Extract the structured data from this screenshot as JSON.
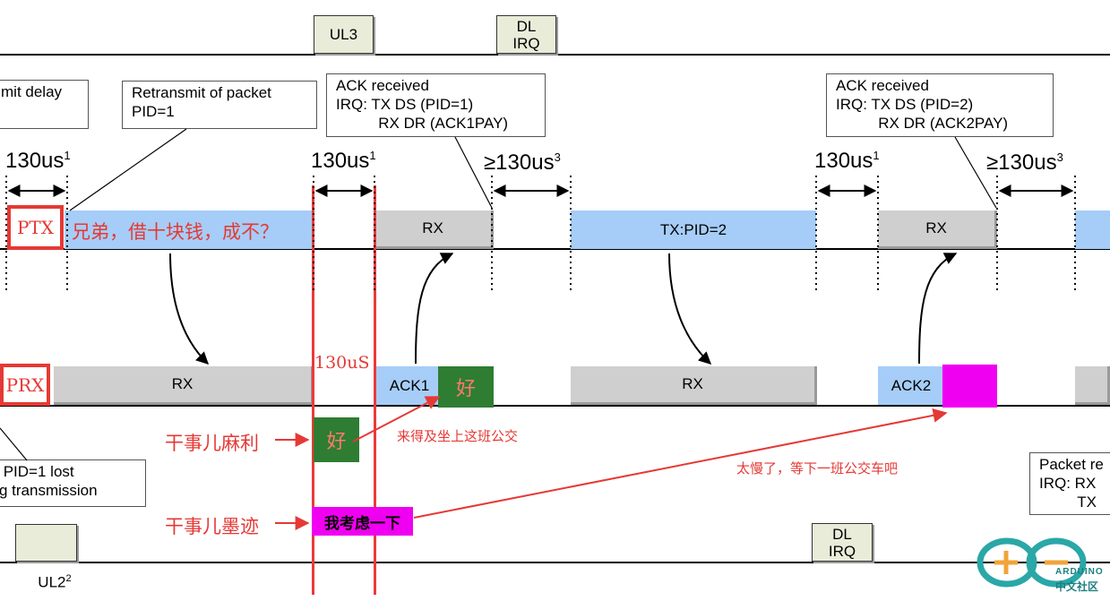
{
  "top_boxes": {
    "ul3": "UL3",
    "dl_irq_top": "DL\nIRQ"
  },
  "bottom_boxes": {
    "ul2": "UL2",
    "ul2_sup": "2",
    "dl_irq_bottom": "DL\nIRQ"
  },
  "notes": {
    "transmit_delay": "mit delay",
    "retransmit": "Retransmit of packet\nPID=1",
    "ack_received_1": "ACK received\nIRQ: TX DS (PID=1)\n          RX DR (ACK1PAY)",
    "ack_received_2": "ACK received\nIRQ: TX DS (PID=2)\n          RX DR (ACK2PAY)",
    "pid_lost": " PID=1 lost\ng transmission",
    "packet_right": "Packet re\nIRQ: RX\n         TX"
  },
  "timing": {
    "t1": "130us",
    "t1_sup": "1",
    "t2": "130us",
    "t2_sup": "1",
    "t3": "≥130us",
    "t3_sup": "3",
    "t4": "130us",
    "t4_sup": "1",
    "t5": "≥130us",
    "t5_sup": "3"
  },
  "ptx_row": {
    "tag": "PTX",
    "tx_text": "兄弟，借十块钱，成不？",
    "rx1": "RX",
    "tx2": "TX:PID=2",
    "rx2": "RX"
  },
  "prx_row": {
    "tag": "PRX",
    "rx1": "RX",
    "ack1": "ACK1",
    "ack1_reply": "好",
    "rx2": "RX",
    "ack2": "ACK2"
  },
  "annotations": {
    "red_130us": "130uS",
    "fast_worker": "干事儿麻利",
    "good": "好",
    "catch_bus": "来得及坐上这班公交",
    "slow_worker": "干事儿墨迹",
    "let_me_think": "我考虑一下",
    "too_slow": "太慢了，等下一班公交车吧"
  },
  "logo": {
    "name": "ARDUINO",
    "sub": "中文社区"
  },
  "colors": {
    "rx_gray": "#cfcfcf",
    "tx_blue": "#a6cdf7",
    "annotation_red": "#e53935",
    "green": "#2e7d32",
    "magenta": "#f000f0",
    "logo_teal": "#2aa7a7"
  }
}
